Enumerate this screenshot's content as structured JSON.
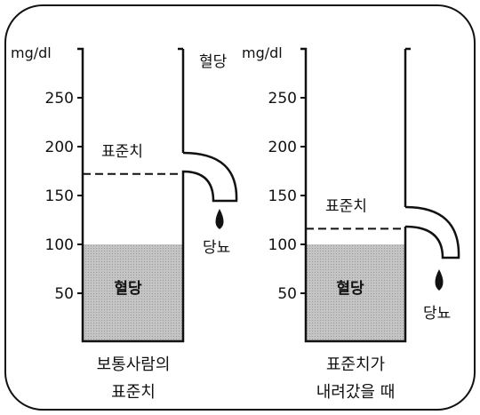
{
  "unit": "mg/dl",
  "ticks": [
    250,
    200,
    150,
    100,
    50
  ],
  "ylim": [
    0,
    300
  ],
  "fill_color": "#bdbdbd",
  "left_panel": {
    "blood_sugar_label": "혈당",
    "threshold_label": "표준치",
    "threshold_value": 172,
    "blood_level": 100,
    "outlet_label": "혈당",
    "urine_label": "당뇨",
    "caption_line1": "보통사람의",
    "caption_line2": "표준치"
  },
  "right_panel": {
    "blood_sugar_label": "혈당",
    "threshold_label": "표준치",
    "threshold_value": 116,
    "blood_level": 100,
    "urine_label": "당뇨",
    "caption_line1": "표준치가",
    "caption_line2": "내려갔을 때"
  }
}
